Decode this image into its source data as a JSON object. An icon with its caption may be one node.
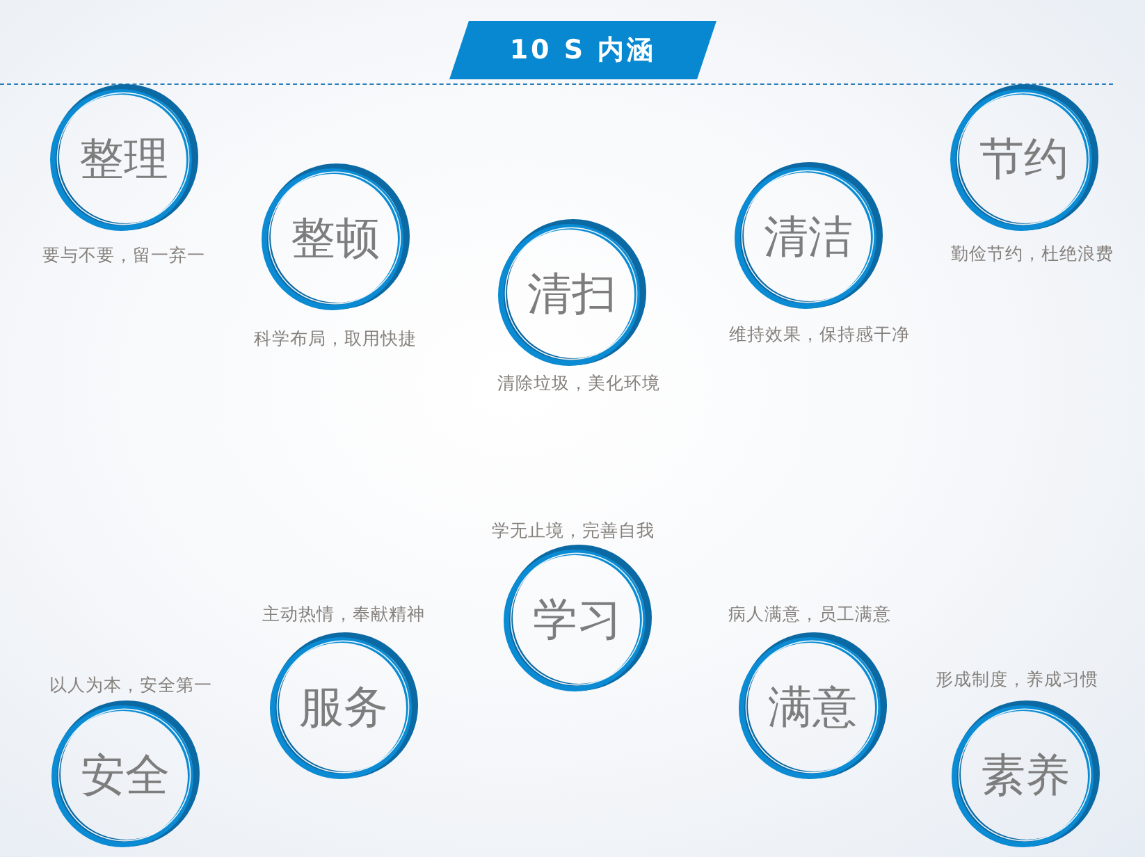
{
  "diagram": {
    "title": "10 S 内涵",
    "nodes": [
      {
        "text": [
          "整理"
        ],
        "beside": [
          "要与不要，留一弃一"
        ]
      },
      {
        "text": [
          "整顿"
        ],
        "beside": [
          "科学布局，取用快捷"
        ]
      },
      {
        "text": [
          "清扫"
        ],
        "beside": [
          "清除垃圾，美化环境"
        ]
      },
      {
        "text": [
          "清洁"
        ],
        "beside": [
          "维持效果，保持感干净"
        ]
      },
      {
        "text": [
          "节约"
        ],
        "beside": [
          "勤俭节约，杜绝浪费"
        ]
      },
      {
        "text": [
          "安全"
        ],
        "beside": [
          "以人为本，安全第一"
        ]
      },
      {
        "text": [
          "服务"
        ],
        "beside": [
          "主动热情，奉献精神"
        ]
      },
      {
        "text": [
          "学习"
        ],
        "beside": [
          "学无止境，完善自我"
        ]
      },
      {
        "text": [
          "满意"
        ],
        "beside": [
          "病人满意，员工满意"
        ]
      },
      {
        "text": [
          "素养"
        ],
        "beside": [
          "形成制度，养成习惯"
        ]
      }
    ]
  }
}
